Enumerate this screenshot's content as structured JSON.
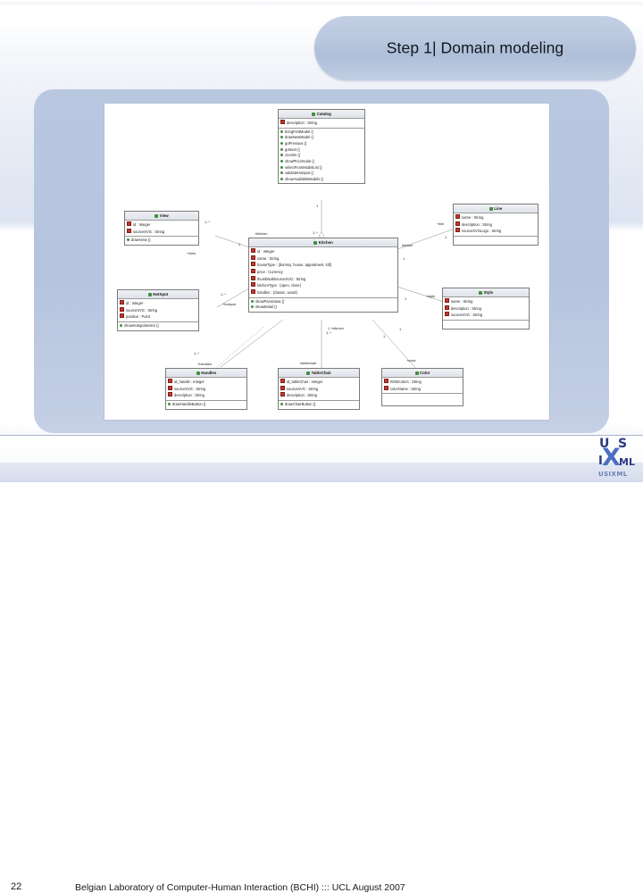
{
  "slide": {
    "title": "Step 1| Domain modeling",
    "page_number": "22",
    "footer_text": "Belgian Laboratory of Computer-Human Interaction (BCHI) ::: UCL  August 2007",
    "logo": {
      "top_left": "U",
      "top_right": "S",
      "big": "X",
      "mid_left": "I",
      "mid_right": "ML",
      "caption": "USIXML"
    },
    "colors": {
      "title_pill": "#b9c7de",
      "content_pill": "#b6c4de",
      "diagram_background": "#ffffff",
      "class_header": "#e6eaf0",
      "attribute_marker": "#c0392b",
      "operation_marker": "#3f8f3f"
    }
  },
  "diagram": {
    "type": "uml-class-diagram",
    "classes": [
      {
        "id": "catalog",
        "name": "Catalog",
        "attributes": [
          "description : String"
        ],
        "operations": [
          "bringFirstModel ()",
          "drawNewModel ()",
          "goPrevious ()",
          "goNext ()",
          "zoomIn ()",
          "showPriceScale ()",
          "selectFromModelList ()",
          "validateHotspot ()",
          "showAvailableModels ()"
        ]
      },
      {
        "id": "view",
        "name": "View",
        "attributes": [
          "id : Integer",
          "sourceSVG : String"
        ],
        "operations": [
          "drawView ()"
        ]
      },
      {
        "id": "hotspot",
        "name": "HotSpot",
        "attributes": [
          "id : Integer",
          "sourceSVG : String",
          "position : Point"
        ],
        "operations": [
          "showHotspotSelect ()"
        ]
      },
      {
        "id": "kitchen",
        "name": "Kitchen",
        "attributes": [
          "id : Integer",
          "name : String",
          "houseType : {dummy, house, appartment, loft}",
          "price : Currency",
          "thumbNailSourceSVG : String",
          "kitchenType : {open, close}",
          "handles : {classic, wood}"
        ],
        "operations": [
          "showPanorama ()",
          "showDetail ()"
        ]
      },
      {
        "id": "line",
        "name": "Line",
        "attributes": [
          "name : String",
          "description : String",
          "sourceSVGLogo : String"
        ],
        "operations": []
      },
      {
        "id": "style",
        "name": "Style",
        "attributes": [
          "name : String",
          "description : String",
          "sourceSVG : String"
        ],
        "operations": []
      },
      {
        "id": "handles",
        "name": "Handles",
        "attributes": [
          "id_handle : Integer",
          "sourceSVG : String",
          "description : String"
        ],
        "operations": [
          "drawHandleButton ()"
        ]
      },
      {
        "id": "tablechair",
        "name": "TableChair",
        "attributes": [
          "id_tableChair : Integer",
          "sourceSVG : String",
          "description : String"
        ],
        "operations": [
          "drawChairButton ()"
        ]
      },
      {
        "id": "color",
        "name": "Color",
        "attributes": [
          "RGBColors : String",
          "colorName : String"
        ],
        "operations": []
      }
    ],
    "association_labels": [
      {
        "id": "l-catalog-mult",
        "text": "1"
      },
      {
        "id": "l-kitchen-mult",
        "text": "1..*"
      },
      {
        "id": "l-kitchen-role",
        "text": "+kitchen"
      },
      {
        "id": "l-view-role",
        "text": "+view"
      },
      {
        "id": "l-view-mult",
        "text": "1..*"
      },
      {
        "id": "l-view-one",
        "text": "1"
      },
      {
        "id": "l-hotspot-role",
        "text": "+hotspot"
      },
      {
        "id": "l-hotspot-mult",
        "text": "1..*"
      },
      {
        "id": "l-line-role",
        "text": "+line"
      },
      {
        "id": "l-line-mult",
        "text": "1"
      },
      {
        "id": "l-line-one",
        "text": "1"
      },
      {
        "id": "l-kitchen-line",
        "text": "kitchen"
      },
      {
        "id": "l-style-role",
        "text": "+style"
      },
      {
        "id": "l-style-mult",
        "text": "1"
      },
      {
        "id": "l-color-role",
        "text": "+color"
      },
      {
        "id": "l-color-mult",
        "text": "1"
      },
      {
        "id": "l-handles-role",
        "text": "+handles"
      },
      {
        "id": "l-handles-mult",
        "text": "1..*"
      },
      {
        "id": "l-tablechair-role",
        "text": "+tablechair"
      },
      {
        "id": "l-tablechair-mult",
        "text": "1..*"
      },
      {
        "id": "l-kitchen-bottom",
        "text": "1 +kitchen"
      },
      {
        "id": "l-kitchen-right",
        "text": "1"
      }
    ]
  }
}
